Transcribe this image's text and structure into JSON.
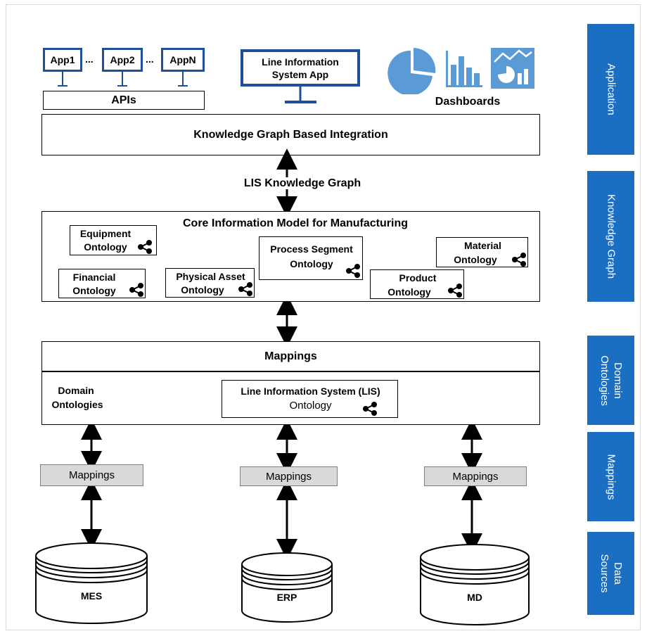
{
  "apps": [
    "App1",
    "App2",
    "AppN"
  ],
  "ellipsis": "...",
  "apis_label": "APIs",
  "lis_app": {
    "line1": "Line Information",
    "line2": "System App"
  },
  "dashboards_label": "Dashboards",
  "kg_integration_label": "Knowledge Graph Based Integration",
  "lis_kg_label": "LIS Knowledge Graph",
  "core_model_label": "Core Information Model for Manufacturing",
  "ontologies": {
    "equipment": {
      "line1": "Equipment",
      "line2": "Ontology"
    },
    "financial": {
      "line1": "Financial",
      "line2": "Ontology"
    },
    "physical_asset": {
      "line1": "Physical Asset",
      "line2": "Ontology"
    },
    "process_segment": {
      "line1": "Process Segment",
      "line2": "Ontology"
    },
    "product": {
      "line1": "Product",
      "line2": "Ontology"
    },
    "material": {
      "line1": "Material",
      "line2": "Ontology"
    }
  },
  "mappings_top_label": "Mappings",
  "domain_ontologies": {
    "line1": "Domain",
    "line2": "Ontologies"
  },
  "lis_ontology": {
    "line1": "Line Information System (LIS)",
    "line2": "Ontology"
  },
  "source_mappings": [
    "Mappings",
    "Mappings",
    "Mappings"
  ],
  "data_sources": [
    "MES",
    "ERP",
    "MD"
  ],
  "side_layers": [
    {
      "lines": [
        "Application"
      ]
    },
    {
      "lines": [
        "Knowledge Graph"
      ]
    },
    {
      "lines": [
        "Domain",
        "Ontologies"
      ]
    },
    {
      "lines": [
        "Mappings"
      ]
    },
    {
      "lines": [
        "Data",
        "Sources"
      ]
    }
  ],
  "colors": {
    "accent_blue": "#1a6fc2",
    "dashboard_blue": "#5b9bd5",
    "monitor_blue": "#1f4e9b",
    "mapping_gray": "#d9d9d9"
  }
}
